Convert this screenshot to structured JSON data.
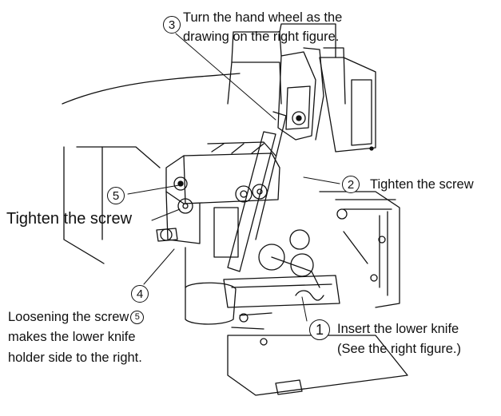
{
  "callouts": {
    "c3": {
      "num": "3",
      "line1": "Turn the hand wheel as the",
      "line2": "drawing on the right figure."
    },
    "c2": {
      "num": "2",
      "text": "Tighten the screw"
    },
    "c5": {
      "num": "5"
    },
    "tighten_left": "Tighten the screw",
    "c4": {
      "num": "4"
    },
    "note": {
      "line1": "Loosening the screw",
      "num": "5",
      "line2": "makes the lower knife",
      "line3": "holder side to the right."
    },
    "c1": {
      "num": "1",
      "line1": "Insert the lower knife",
      "line2": "(See the right figure.)"
    }
  }
}
